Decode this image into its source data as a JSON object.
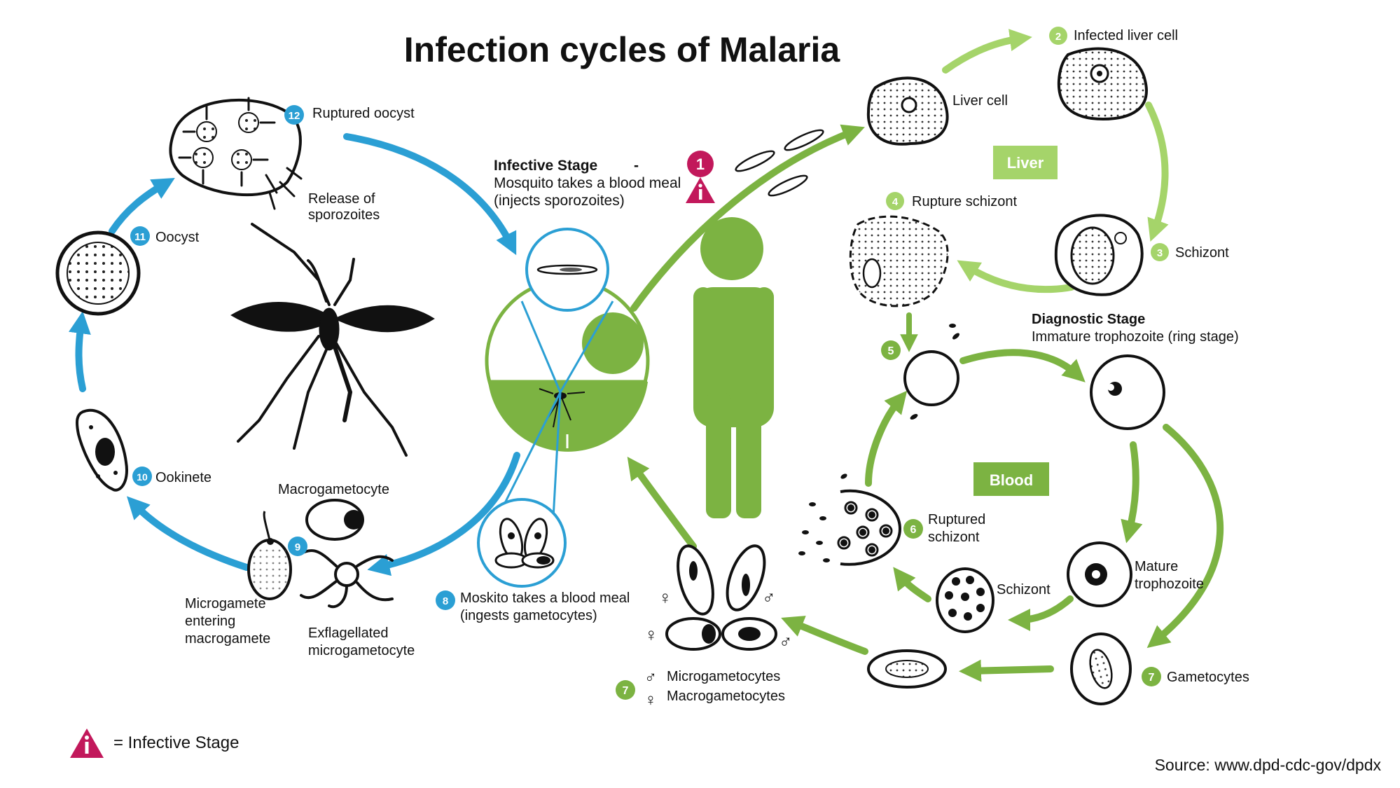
{
  "title": "Infection cycles of Malaria",
  "source": "Source: www.dpd-cdc-gov/dpdx",
  "legend": {
    "text": "= Infective Stage",
    "icon": "infective-stage-icon"
  },
  "colors": {
    "mosquito_cycle": "#2b9fd4",
    "human_cycle": "#7cb342",
    "liver_light": "#a5d46a",
    "infective_red": "#c2185b",
    "box_fill": "#8bc34a"
  },
  "infective_stage": {
    "number": "1",
    "line1": "Infective Stage",
    "line2": "Mosquito takes a blood meal",
    "line3": "(injects sporozoites)"
  },
  "boxes": {
    "liver": "Liver",
    "blood": "Blood"
  },
  "stages": {
    "liver_cell": "Liver cell",
    "s2": {
      "num": "2",
      "label": "Infected liver cell"
    },
    "s3": {
      "num": "3",
      "label": "Schizont"
    },
    "s4": {
      "num": "4",
      "label": "Rupture schizont"
    },
    "s5": {
      "num": "5"
    },
    "diagnostic": {
      "line1": "Diagnostic Stage",
      "line2": "Immature trophozoite (ring stage)"
    },
    "mature": {
      "line1": "Mature",
      "line2": "trophozoite"
    },
    "schizont_blood": "Schizont",
    "s6": {
      "num": "6",
      "line1": "Ruptured",
      "line2": "schizont"
    },
    "s7a": {
      "num": "7",
      "label": "Gametocytes"
    },
    "s7b": {
      "num": "7",
      "line1": "Microgametocytes",
      "line2": "Macrogametocytes"
    },
    "s8": {
      "num": "8",
      "line1": "Moskito takes a blood meal",
      "line2": "(ingests gametocytes)"
    },
    "s9": {
      "num": "9"
    },
    "macrogametocyte": "Macrogametocyte",
    "microgamete": {
      "line1": "Microgamete",
      "line2": "entering",
      "line3": "macrogamete"
    },
    "exflagellated": {
      "line1": "Exflagellated",
      "line2": "microgametocyte"
    },
    "s10": {
      "num": "10",
      "label": "Ookinete"
    },
    "s11": {
      "num": "11",
      "label": "Oocyst"
    },
    "s12": {
      "num": "12",
      "label": "Ruptured oocyst"
    },
    "release": {
      "line1": "Release of",
      "line2": "sporozoites"
    }
  },
  "symbols": {
    "male": "♂",
    "female": "♀"
  }
}
